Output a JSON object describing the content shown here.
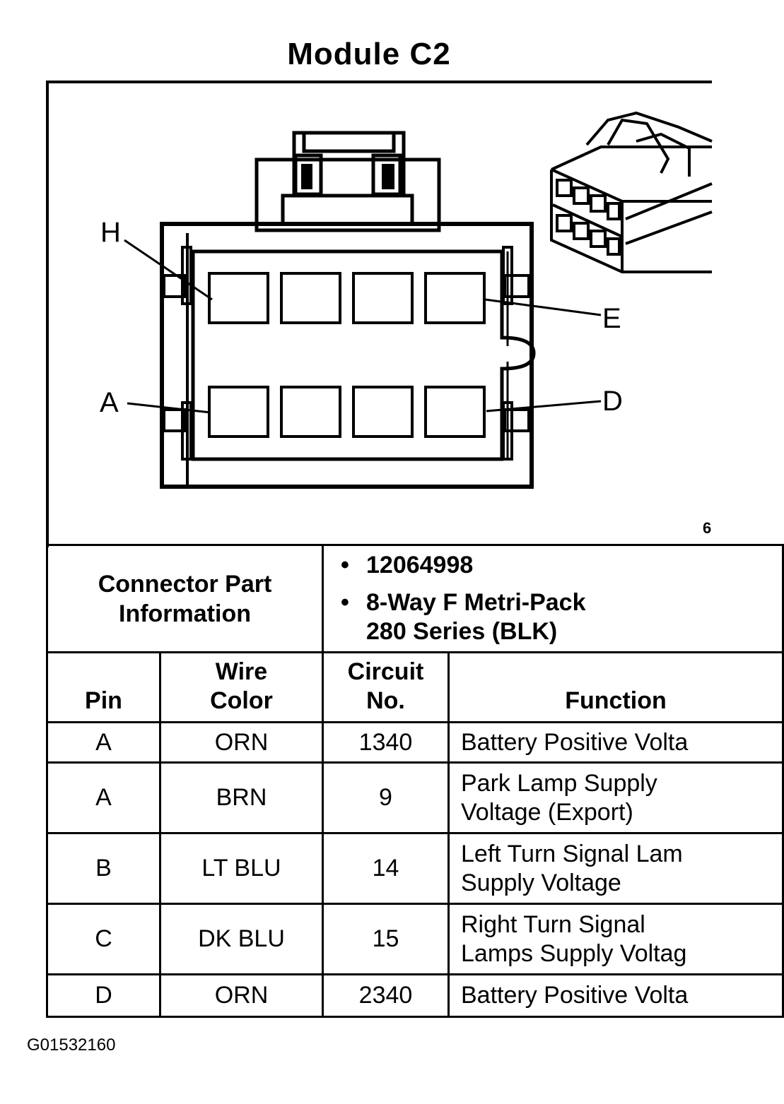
{
  "title": "Module C2",
  "figure_number_fragment": "6",
  "pin_labels": {
    "top_left": "H",
    "top_right": "E",
    "bottom_left": "A",
    "bottom_right": "D"
  },
  "connector_info": {
    "label_line1": "Connector Part",
    "label_line2": "Information",
    "items": [
      "12064998",
      "8-Way F Metri-Pack",
      "280 Series (BLK)"
    ]
  },
  "columns": {
    "pin": "Pin",
    "wire_color_line1": "Wire",
    "wire_color_line2": "Color",
    "circuit_line1": "Circuit",
    "circuit_line2": "No.",
    "function": "Function"
  },
  "rows": [
    {
      "pin": "A",
      "color": "ORN",
      "circuit": "1340",
      "function_line1": "Battery Positive Volta",
      "function_line2": ""
    },
    {
      "pin": "A",
      "color": "BRN",
      "circuit": "9",
      "function_line1": "Park Lamp Supply",
      "function_line2": "Voltage (Export)"
    },
    {
      "pin": "B",
      "color": "LT BLU",
      "circuit": "14",
      "function_line1": "Left Turn Signal Lam",
      "function_line2": "Supply Voltage"
    },
    {
      "pin": "C",
      "color": "DK BLU",
      "circuit": "15",
      "function_line1": "Right Turn Signal",
      "function_line2": "Lamps Supply Voltag"
    },
    {
      "pin": "D",
      "color": "ORN",
      "circuit": "2340",
      "function_line1": "Battery Positive Volta",
      "function_line2": ""
    }
  ],
  "footer_code": "G01532160"
}
